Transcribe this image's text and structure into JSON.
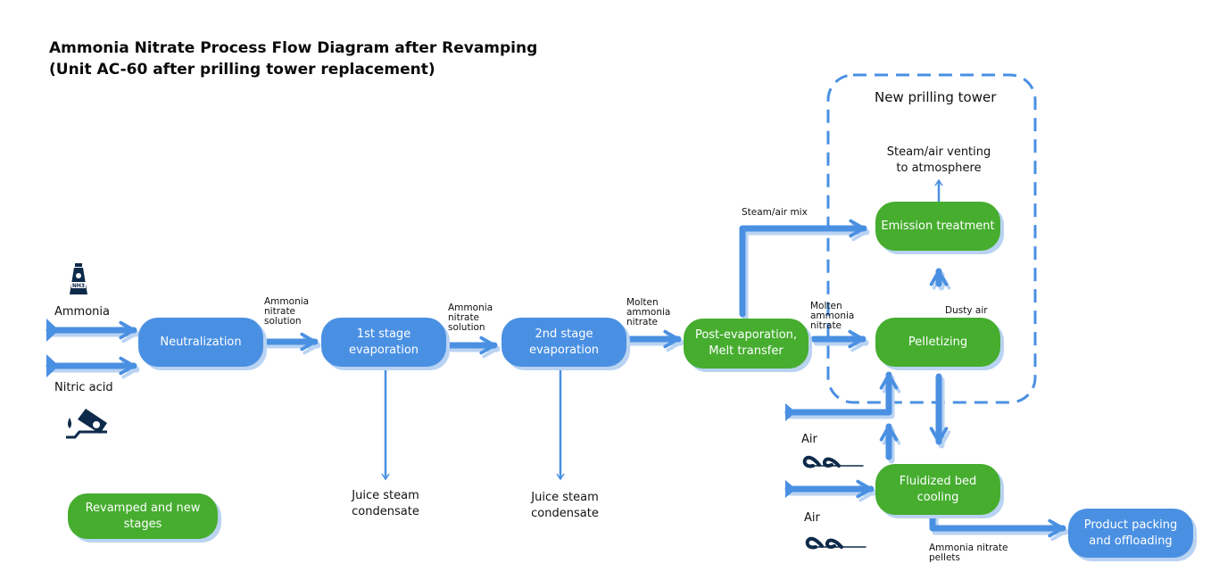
{
  "title": {
    "line1": "Ammonia Nitrate Process Flow Diagram after Revamping",
    "line2": "(Unit AC-60 after prilling tower replacement)"
  },
  "tower": {
    "label": "New prilling tower"
  },
  "nodes": {
    "neutralization": "Neutralization",
    "stage1": "1st stage\nevaporation",
    "stage2": "2nd stage\nevaporation",
    "postevap": "Post-evaporation,\nMelt transfer",
    "emission": "Emission treatment",
    "pelletizing": "Pelletizing",
    "fluidized": "Fluidized bed\ncooling",
    "packing": "Product packing\nand offloading",
    "legend": "Revamped and new\nstages"
  },
  "labels": {
    "ammonia": "Ammonia",
    "nitric_acid": "Nitric acid",
    "an_solution_1": "Ammonia\nnitrate\nsolution",
    "an_solution_2": "Ammonia\nnitrate\nsolution",
    "molten_1": "Molten\nammonia\nnitrate",
    "molten_2": "Molten\nammonia\nnitrate",
    "steam_air_mix": "Steam/air mix",
    "dusty_air": "Dusty air",
    "venting": "Steam/air venting\nto atmosphere",
    "juice1": "Juice steam\ncondensate",
    "juice2": "Juice steam\ncondensate",
    "air1": "Air",
    "air2": "Air",
    "pellets": "Ammonia nitrate\npellets",
    "nh3_badge": "NH3"
  },
  "icons": [
    "ammonia-bottle-icon",
    "nitric-acid-beaker-icon",
    "wind-icon"
  ],
  "colors": {
    "blue": "#4a90e2",
    "green": "#46ad2f",
    "shadow": "#b9d3f2",
    "navy": "#0e2a4a"
  }
}
